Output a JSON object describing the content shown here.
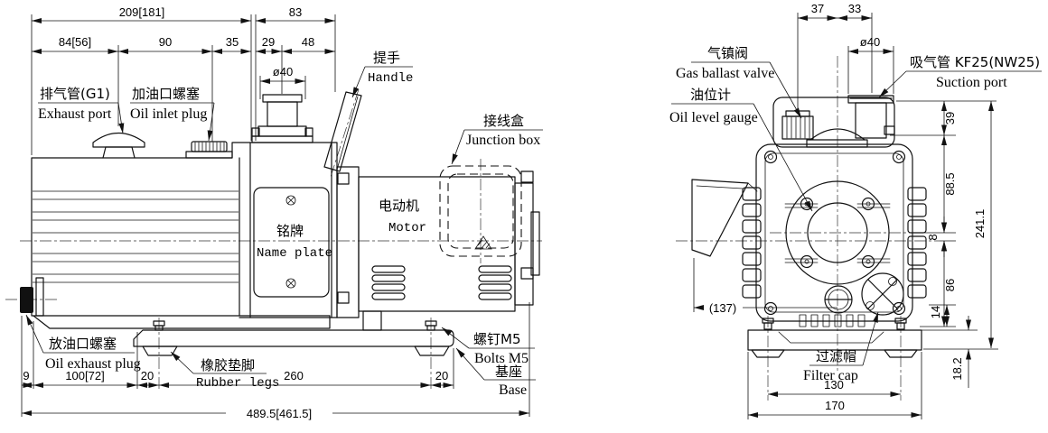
{
  "side_view": {
    "labels": {
      "exhaust_port": {
        "zh": "排气管(G1)",
        "en": "Exhaust port"
      },
      "oil_inlet_plug": {
        "zh": "加油口螺塞",
        "en": "Oil inlet plug"
      },
      "handle": {
        "zh": "提手",
        "en": "Handle"
      },
      "junction_box": {
        "zh": "接线盒",
        "en": "Junction box"
      },
      "name_plate": {
        "zh": "铭牌",
        "en": "Name plate"
      },
      "motor": {
        "zh": "电动机",
        "en": "Motor"
      },
      "oil_exhaust_plug": {
        "zh": "放油口螺塞",
        "en": "Oil exhaust plug"
      },
      "rubber_legs": {
        "zh": "橡胶垫脚",
        "en": "Rubber legs"
      },
      "bolts_m5": {
        "zh": "螺钉M5",
        "en": "Bolts M5"
      },
      "base": {
        "zh": "基座",
        "en": "Base"
      }
    },
    "dims": {
      "top_total": "209[181]",
      "top_right": "83",
      "a": "84[56]",
      "b": "90",
      "c": "35",
      "d": "29",
      "e": "48",
      "dia": "ø40",
      "b9": "9",
      "b100": "100[72]",
      "b20a": "20",
      "b260": "260",
      "b20b": "20",
      "total": "489.5[461.5]"
    }
  },
  "front_view": {
    "labels": {
      "gas_ballast_valve": {
        "zh": "气镇阀",
        "en": "Gas ballast valve"
      },
      "oil_level_gauge": {
        "zh": "油位计",
        "en": "Oil level gauge"
      },
      "suction_port": {
        "zh": "吸气管 KF25(NW25)",
        "en": "Suction port"
      },
      "filter_cap": {
        "zh": "过滤帽",
        "en": "Filter cap"
      }
    },
    "dims": {
      "d37": "37",
      "d33": "33",
      "dia": "ø40",
      "d39": "39",
      "d885": "88.5",
      "d8": "8",
      "d86": "86",
      "d14": "14",
      "d182": "18.2",
      "d2411": "241.1",
      "d137": "(137)",
      "d130": "130",
      "d170": "170"
    }
  },
  "colors": {
    "line": "#111111",
    "background": "#ffffff"
  }
}
